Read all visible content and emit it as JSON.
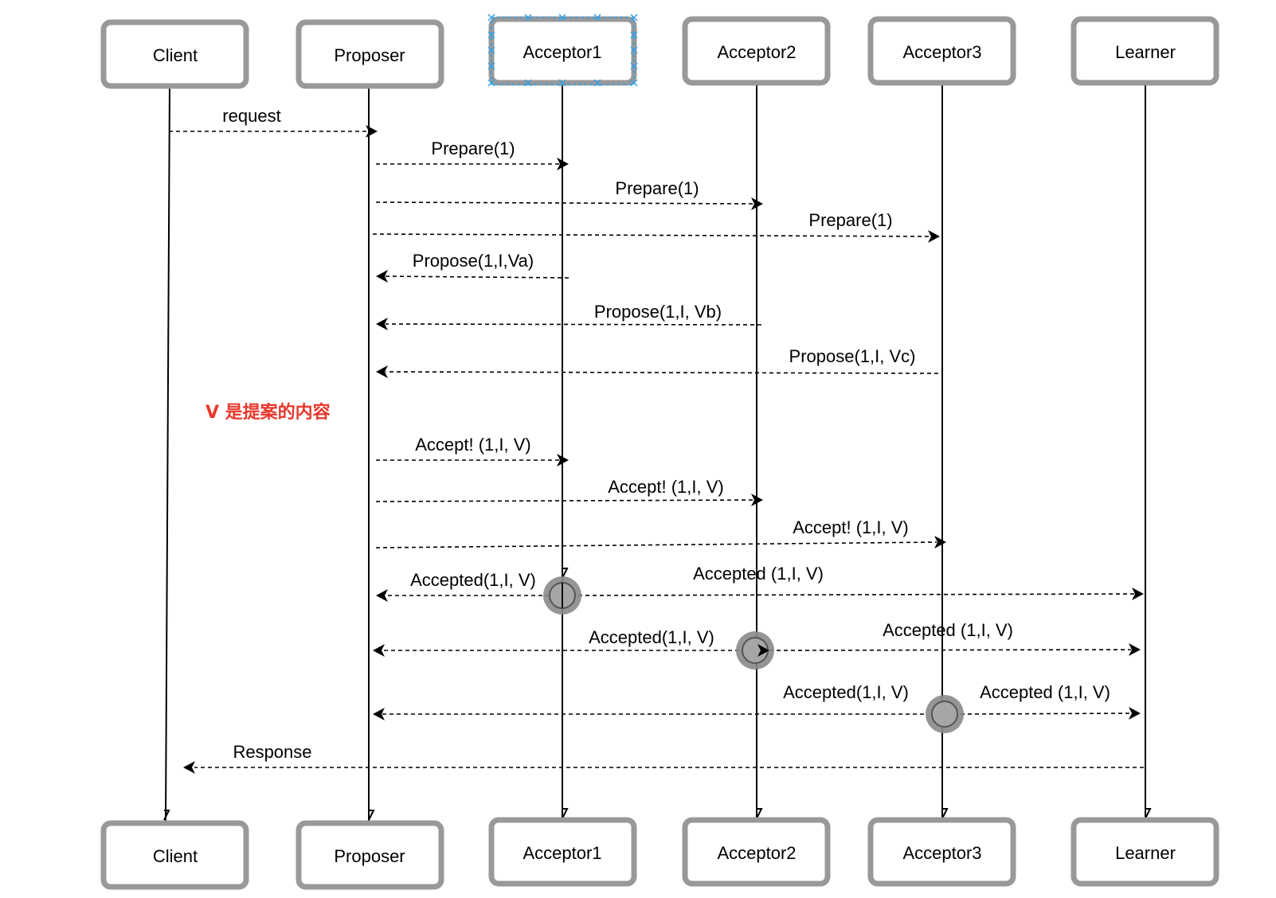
{
  "actors": [
    {
      "id": "client",
      "label": "Client"
    },
    {
      "id": "proposer",
      "label": "Proposer"
    },
    {
      "id": "acceptor1",
      "label": "Acceptor1"
    },
    {
      "id": "acceptor2",
      "label": "Acceptor2"
    },
    {
      "id": "acceptor3",
      "label": "Acceptor3"
    },
    {
      "id": "learner",
      "label": "Learner"
    }
  ],
  "messages": [
    {
      "from": "client",
      "to": "proposer",
      "label": "request"
    },
    {
      "from": "proposer",
      "to": "acceptor1",
      "label": "Prepare(1)"
    },
    {
      "from": "proposer",
      "to": "acceptor2",
      "label": "Prepare(1)"
    },
    {
      "from": "proposer",
      "to": "acceptor3",
      "label": "Prepare(1)"
    },
    {
      "from": "acceptor1",
      "to": "proposer",
      "label": "Propose(1,I,Va)"
    },
    {
      "from": "acceptor2",
      "to": "proposer",
      "label": "Propose(1,I, Vb)"
    },
    {
      "from": "acceptor3",
      "to": "proposer",
      "label": "Propose(1,I, Vc)"
    },
    {
      "from": "proposer",
      "to": "acceptor1",
      "label": "Accept! (1,I, V)"
    },
    {
      "from": "proposer",
      "to": "acceptor2",
      "label": "Accept! (1,I, V)"
    },
    {
      "from": "proposer",
      "to": "acceptor3",
      "label": "Accept! (1,I, V)"
    },
    {
      "from": "acceptor1",
      "to": "proposer",
      "label": "Accepted(1,I, V)"
    },
    {
      "from": "acceptor1",
      "to": "learner",
      "label": "Accepted (1,I, V)"
    },
    {
      "from": "acceptor2",
      "to": "proposer",
      "label": "Accepted(1,I, V)"
    },
    {
      "from": "acceptor2",
      "to": "learner",
      "label": "Accepted (1,I, V)"
    },
    {
      "from": "acceptor3",
      "to": "proposer",
      "label": "Accepted(1,I, V)"
    },
    {
      "from": "acceptor3",
      "to": "learner",
      "label": "Accepted (1,I, V)"
    },
    {
      "from": "learner",
      "to": "client",
      "label": "Response"
    }
  ],
  "note": "V 是提案的内容",
  "colors": {
    "box_border": "#999999",
    "line": "#000000",
    "note": "#e8372b",
    "selection": "#35a0e6"
  }
}
